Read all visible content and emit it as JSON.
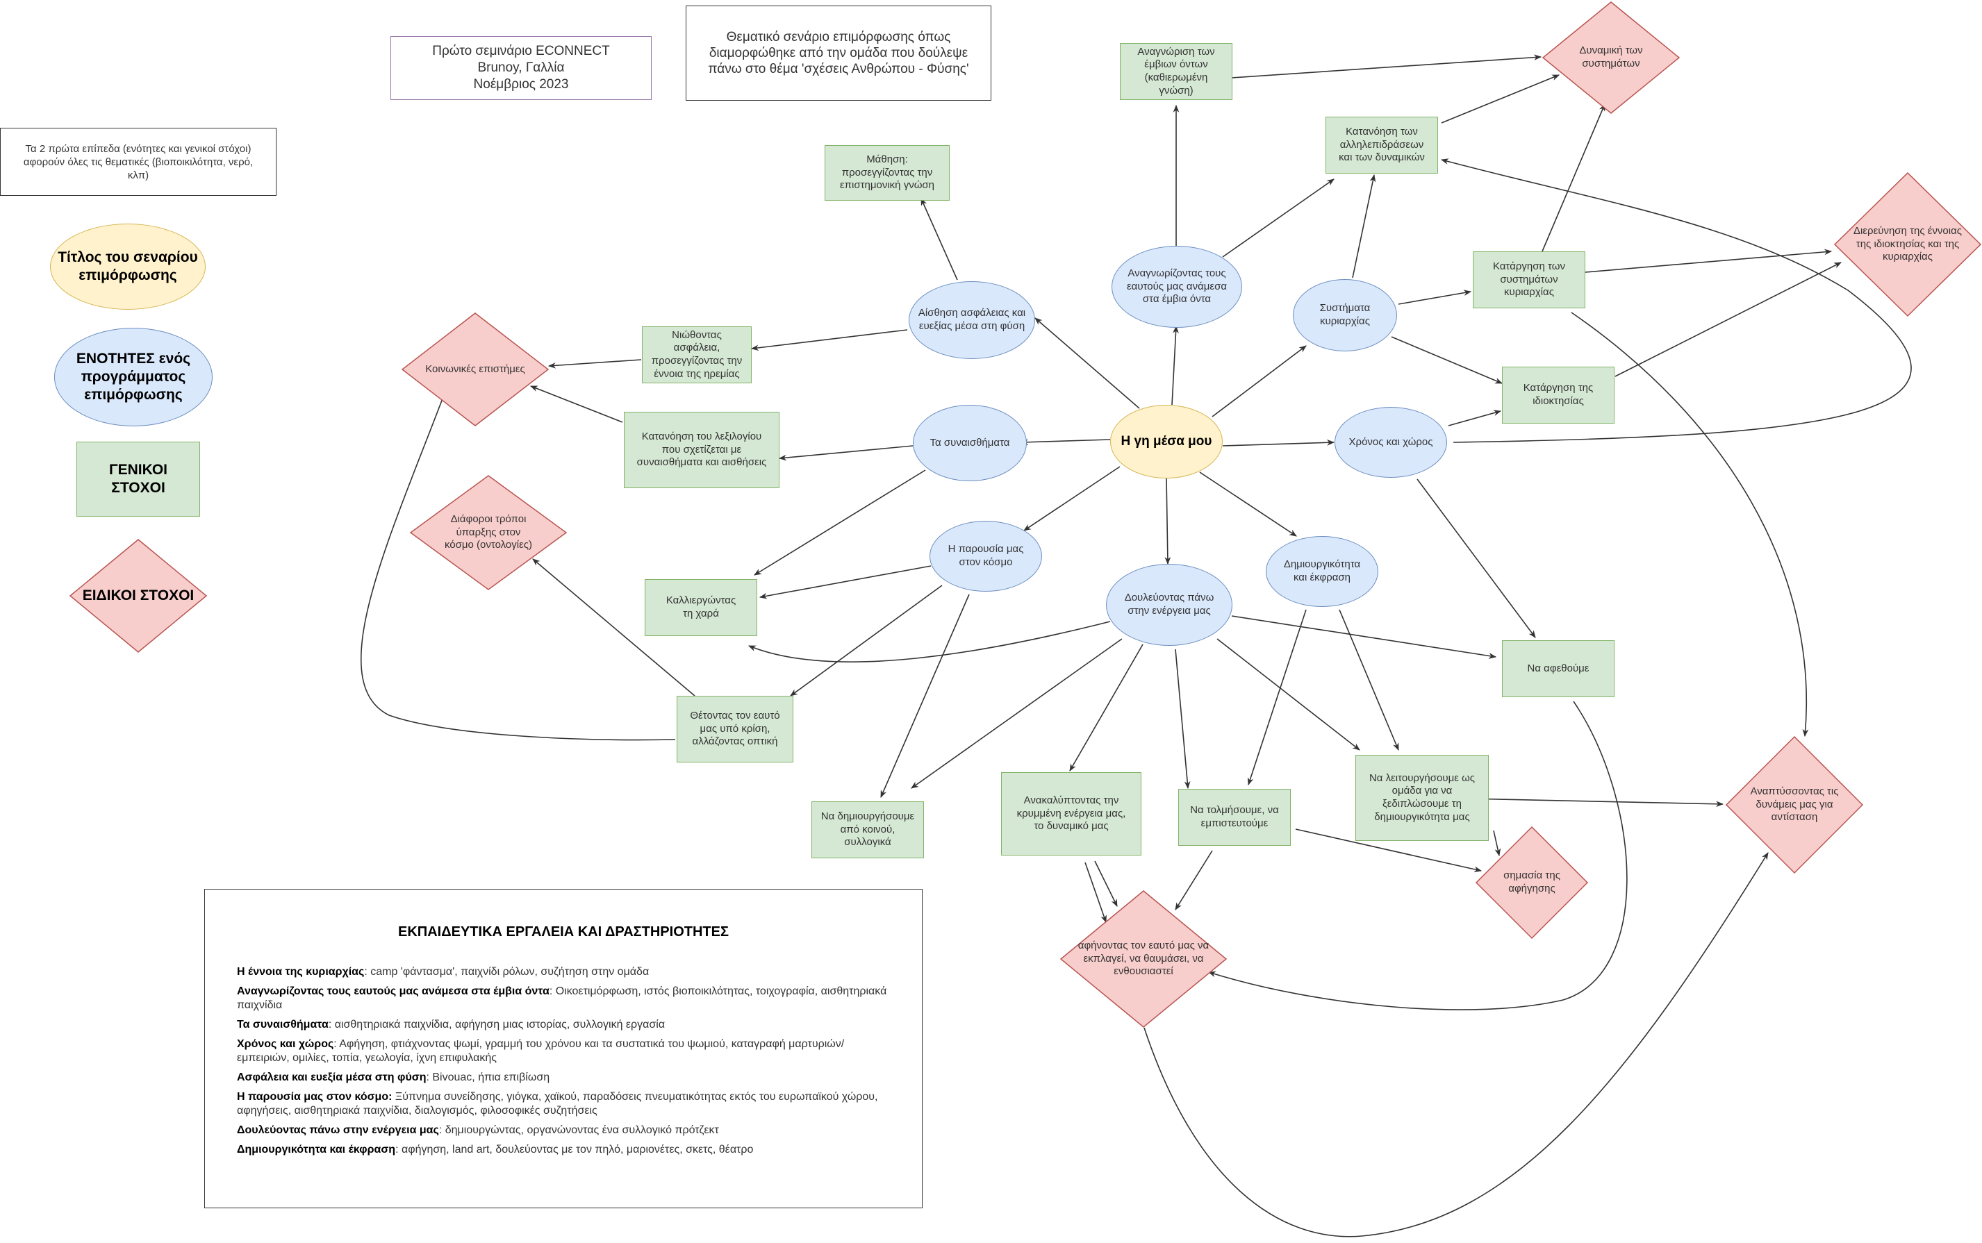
{
  "header": {
    "event": [
      "Πρώτο σεμινάριο ECONNECT",
      "Brunoy, Γαλλία",
      "Νοέμβριος 2023"
    ],
    "title": "Θεματικό σενάριο επιμόρφωσης όπως διαμορφώθηκε από την ομάδα που δούλεψε πάνω στο θέμα 'σχέσεις Ανθρώπου - Φύσης'",
    "note": "Τα 2 πρώτα επίπεδα (ενότητες και γενικοί στόχοι) αφορούν όλες τις θεματικές (βιοποικιλότητα, νερό, κλπ)"
  },
  "legend": {
    "scenario_title": "Τίτλος του σεναρίου επιμόρφωσης",
    "units": "ΕΝΟΤΗΤΕΣ ενός προγράμματος επιμόρφωσης",
    "general_goals": "ΓΕΝΙΚΟΙ ΣΤΟΧΟΙ",
    "specific_goals": "ΕΙΔΙΚΟΙ ΣΤΟΧΟΙ"
  },
  "diagram": {
    "center": "Η γη μέσα μου",
    "units": {
      "aisthisi": "Αίσθηση ασφάλειας και ευεξίας μέσα στη φύση",
      "anagnorizontas": "Αναγνωρίζοντας τους εαυτούς μας ανάμεσα στα έμβια όντα",
      "systimata": "Συστήματα κυριαρχίας",
      "synaisthimata": "Τα συναισθήματα",
      "xronos": "Χρόνος και χώρος",
      "parousia": "Η παρουσία μας στον κόσμο",
      "energeia": "Δουλεύοντας πάνω στην ενέργεια μας",
      "dimiourgikotita": "Δημιουργικότητα και έκφραση"
    },
    "general_goals": {
      "mathisi": "Μάθηση: προσεγγίζοντας την επιστημονική γνώση",
      "anagnorisi_emvion": "Αναγνώριση των έμβιων όντων (καθιερωμένη γνώση)",
      "katanoisi_allil": "Κατανόηση των αλληλεπιδράσεων και των δυναμικών",
      "niothontas": "Νιώθοντας ασφάλεια, προσεγγίζοντας την έννοια της ηρεμίας",
      "katanoisi_lexil": "Κατανόηση του λεξιλογίου που σχετίζεται με συναισθήματα και αισθήσεις",
      "katargisi_systimaton": "Κατάργηση των συστημάτων κυριαρχίας",
      "katargisi_idioktisias": "Κατάργηση της ιδιοκτησίας",
      "kalliergontas": "Καλλιεργώντας τη χαρά",
      "thetontas": "Θέτοντας τον εαυτό μας υπό κρίση, αλλάζοντας οπτική",
      "na_afethoume": "Να αφεθούμε",
      "na_dimiourgisoume": "Να δημιουργήσουμε από κοινού, συλλογικά",
      "anakalyptontas": "Ανακαλύπτοντας την κρυμμένη ενέργεια μας, το δυναμικό μας",
      "na_tolmisoume": "Να τολμήσουμε, να εμπιστευτούμε",
      "na_leitourgisoume": "Να λειτουργήσουμε ως ομάδα για να ξεδιπλώσουμε τη δημιουργικότητα μας"
    },
    "specific_goals": {
      "dynamiki": "Δυναμική των συστημάτων",
      "koinonikes": "Κοινωνικές επιστήμες",
      "diaforoi": "Διάφοροι τρόποι ύπαρξης στον κόσμο (οντολογίες)",
      "dierevnisi": "Διερεύνηση της έννοιας της ιδιοκτησίας και της κυριαρχίας",
      "anaptyssontas": "Αναπτύσσοντας τις δυνάμεις μας για αντίσταση",
      "simasia": "σημασία της αφήγησης",
      "afinontas": "αφήνοντας τον εαυτό μας να εκπλαγεί, να θαυμάσει, να ενθουσιαστεί"
    }
  },
  "tools": {
    "heading": "ΕΚΠΑΙΔΕΥΤΙΚΑ ΕΡΓΑΛΕΙΑ ΚΑΙ ΔΡΑΣΤΗΡΙΟΤΗΤΕΣ",
    "rows": [
      {
        "label": "Η έννοια της κυριαρχίας",
        "text": ": camp 'φάντασμα', παιχνίδι ρόλων, συζήτηση στην ομάδα"
      },
      {
        "label": "Αναγνωρίζοντας τους εαυτούς μας ανάμεσα στα έμβια όντα",
        "text": ": Οικοετιμόρφωση, ιστός βιοποικιλότητας, τοιχογραφία, αισθητηριακά παιχνίδια"
      },
      {
        "label": "Τα συναισθήματα",
        "text": ": αισθητηριακά παιχνίδια, αφήγηση μιας ιστορίας, συλλογική εργασία"
      },
      {
        "label": "Χρόνος και χώρος",
        "text": ": Αφήγηση, φτιάχνοντας ψωμί, γραμμή του χρόνου και τα συστατικά του ψωμιού,  καταγραφή μαρτυριών/εμπειριών, ομιλίες, τοπία, γεωλογία, ίχνη επιφυλακής"
      },
      {
        "label": "Ασφάλεια και ευεξία μέσα στη φύση",
        "text": ": Bivouac, ήπια επιβίωση"
      },
      {
        "label": "Η παρουσία μας στον κόσμο:",
        "text": " Ξύπνημα συνείδησης, γιόγκα, χαϊκού, παραδόσεις πνευματικότητας εκτός του ευρωπαϊκού χώρου, αφηγήσεις, αισθητηριακά παιχνίδια, διαλογισμός, φιλοσοφικές συζητήσεις"
      },
      {
        "label": "Δουλεύοντας πάνω στην ενέργεια μας",
        "text": ": δημιουργώντας, οργανώνοντας ένα συλλογικό πρότζεκτ"
      },
      {
        "label": "Δημιουργικότητα και έκφραση",
        "text": ": αφήγηση, land art, δουλεύοντας με τον πηλό, μαριονέτες, σκετς, θέατρο"
      }
    ]
  },
  "colors": {
    "green_fill": "#d5e8d4",
    "green_stroke": "#82b366",
    "blue_fill": "#dae8fc",
    "blue_stroke": "#6c8ebf",
    "yellow_fill": "#fff2cc",
    "yellow_stroke": "#d6b656",
    "red_fill": "#f8cecc",
    "red_stroke": "#b85450",
    "purple_stroke": "#9673a6"
  }
}
